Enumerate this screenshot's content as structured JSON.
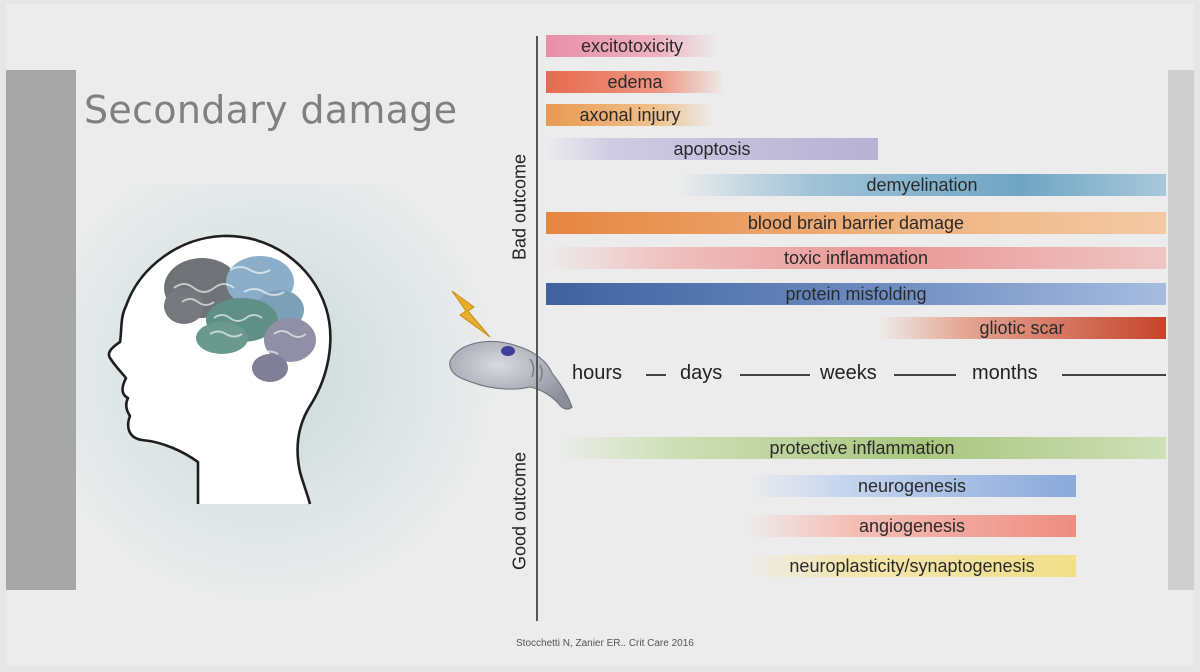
{
  "title": "Secondary damage",
  "groups": {
    "bad": "Bad outcome",
    "good": "Good outcome"
  },
  "processes": [
    {
      "label": "excitotoxicity",
      "outcome": "bad",
      "color": "#e88ea8"
    },
    {
      "label": "edema",
      "outcome": "bad",
      "color": "#e66a4e"
    },
    {
      "label": "axonal injury",
      "outcome": "bad",
      "color": "#e89a52"
    },
    {
      "label": "apoptosis",
      "outcome": "bad",
      "color": "#a9a2cc"
    },
    {
      "label": "demyelination",
      "outcome": "bad",
      "color": "#6fa5c4"
    },
    {
      "label": "blood brain barrier damage",
      "outcome": "bad",
      "color": "#e58540"
    },
    {
      "label": "toxic inflammation",
      "outcome": "bad",
      "color": "#e47b79"
    },
    {
      "label": "protein misfolding",
      "outcome": "bad",
      "color": "#4a6da4"
    },
    {
      "label": "gliotic scar",
      "outcome": "bad",
      "color": "#c5452c"
    },
    {
      "label": "protective inflammation",
      "outcome": "good",
      "color": "#a8c57e"
    },
    {
      "label": "neurogenesis",
      "outcome": "good",
      "color": "#8aa9da"
    },
    {
      "label": "angiogenesis",
      "outcome": "good",
      "color": "#ee8d80"
    },
    {
      "label": "neuroplasticity/synaptogenesis",
      "outcome": "good",
      "color": "#f1df8a"
    }
  ],
  "timeline": [
    "hours",
    "days",
    "weeks",
    "months"
  ],
  "icons": {
    "head": "human-head-brain-icon",
    "lightning": "lightning-bolt-icon",
    "mouse_brain": "rodent-brain-icon"
  },
  "citation": "Stocchetti N, Zanier ER.. Crit Care 2016"
}
